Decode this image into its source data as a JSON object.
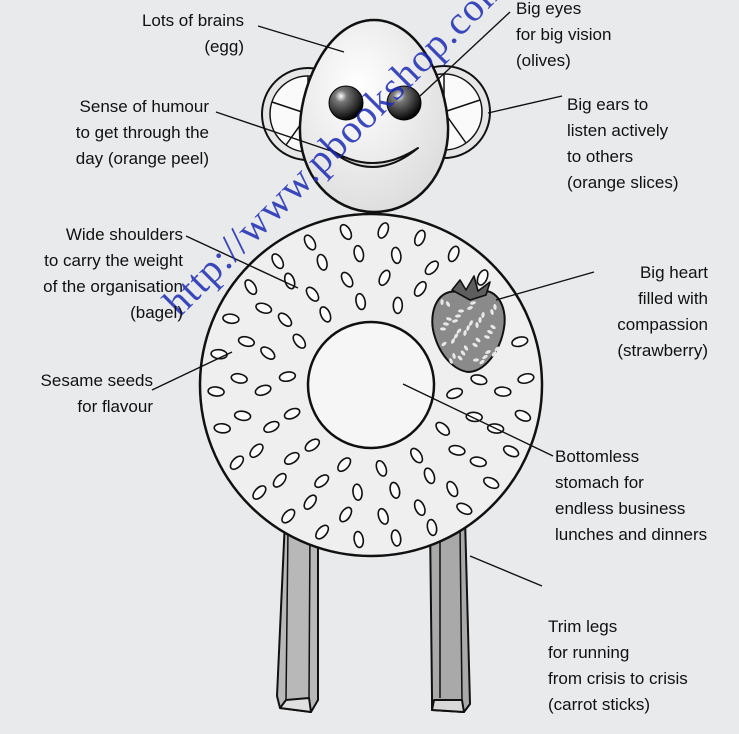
{
  "labels": {
    "brains": [
      "Lots of brains",
      "(egg)"
    ],
    "eyes": [
      "Big eyes",
      "for big vision",
      "(olives)"
    ],
    "humour": [
      "Sense of humour",
      "to get through the",
      "day (orange peel)"
    ],
    "ears": [
      "Big ears to",
      "listen actively",
      "to others",
      "(orange slices)"
    ],
    "shoulders": [
      "Wide shoulders",
      "to carry the weight",
      "of the organisation",
      "(bagel)"
    ],
    "heart": [
      "Big heart",
      "filled with",
      "compassion",
      "(strawberry)"
    ],
    "sesame": [
      "Sesame seeds",
      "for flavour"
    ],
    "stomach": [
      "Bottomless",
      "stomach for",
      "endless business",
      "lunches and dinners"
    ],
    "legs": [
      "Trim legs",
      "for running",
      "from crisis to crisis",
      "(carrot sticks)"
    ]
  },
  "watermark": "http://www.pbookshop.com",
  "colors": {
    "background": "#e8eaeb",
    "outline": "#111111",
    "fill_light": "#efefef",
    "strawberry": "#8a8a8a",
    "watermark": "#1c2bb3"
  }
}
